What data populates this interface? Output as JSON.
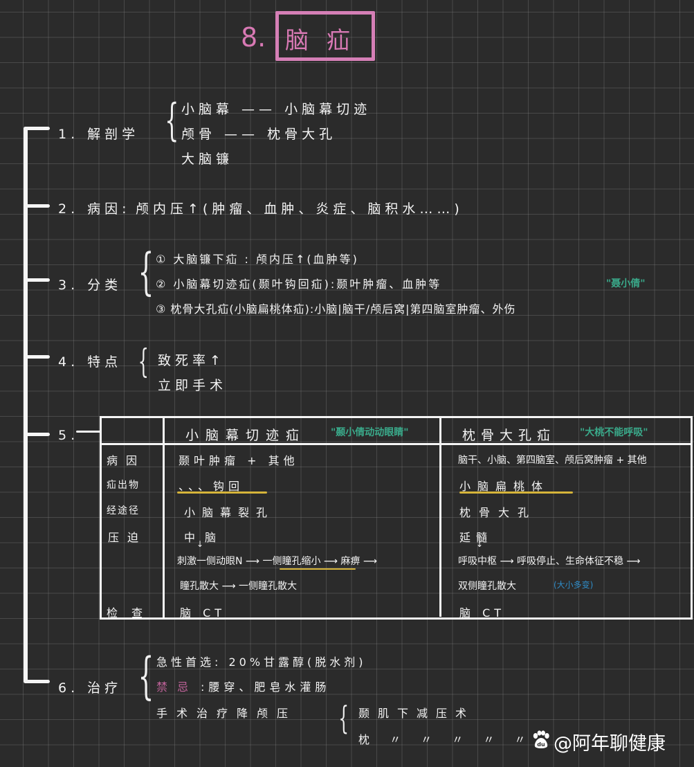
{
  "title": {
    "number": "8.",
    "text": "脑疝",
    "color": "#d879b4"
  },
  "sections": {
    "s1": {
      "label": "1. 解剖学",
      "items": [
        "小脑幕 —— 小脑幕切迹",
        "颅骨 —— 枕骨大孔",
        "大脑镰"
      ]
    },
    "s2": {
      "label": "2. 病因:",
      "text": "颅内压↑(肿瘤、血肿、炎症、脑积水……)"
    },
    "s3": {
      "label": "3. 分类",
      "items": [
        "① 大脑镰下疝 :  颅内压↑(血肿等)",
        "② 小脑幕切迹疝(颞叶钩回疝):颞叶肿瘤、血肿等",
        "③ 枕骨大孔疝(小脑扁桃体疝):小脑|脑干/颅后窝|第四脑室肿瘤、外伤"
      ],
      "note": "\"聂小倩\"",
      "note_color": "#3aa98a"
    },
    "s4": {
      "label": "4. 特点",
      "items": [
        "致死率↑",
        "立即手术"
      ]
    },
    "s5": {
      "label": "5.",
      "table": {
        "columns": [
          {
            "title": "小脑幕切迹疝",
            "note": "\"颞小倩动动眼睛\""
          },
          {
            "title": "枕骨大孔疝",
            "note": "\"大桃不能呼吸\""
          }
        ],
        "row_labels": [
          "病因",
          "疝出物",
          "经途径",
          "压迫",
          "检查"
        ],
        "col1": {
          "cause": "颞叶肿瘤 + 其他",
          "herniated": "、、、钩回",
          "path": "小脑幕裂孔",
          "compress": "中脑",
          "chain1": "刺激一侧动眼N ⟶ 一侧瞳孔缩小 ⟶ 麻痹 ⟶",
          "chain2": "瞳孔散大 ⟶ 一侧瞳孔散大",
          "exam": "脑 CT"
        },
        "col2": {
          "cause": "脑干、小脑、第四脑室、颅后窝肿瘤 + 其他",
          "herniated": "小脑扁桃体",
          "path": "枕骨大孔",
          "compress": "延髓",
          "chain1": "呼吸中枢 ⟶ 呼吸停止、生命体征不稳 ⟶",
          "chain2": "双侧瞳孔散大",
          "chain2_note": "(大小多变)",
          "exam": "脑 CT"
        }
      }
    },
    "s6": {
      "label": "6. 治疗",
      "items": {
        "first": "急性首选: 20%甘露醇(脱水剂)",
        "taboo_label": "禁忌",
        "taboo_text": ":腰穿、肥皂水灌肠",
        "surgery": "手术治疗降颅压",
        "surgery_opts": [
          "颞肌下减压术",
          "枕 〃 〃 〃 〃 〃"
        ]
      }
    }
  },
  "watermark": {
    "text": "@阿年聊健康",
    "icon": "baidu-paw-icon"
  },
  "colors": {
    "background": "#2b2b2b",
    "ink": "#f4f4f4",
    "title_pink": "#d879b4",
    "note_green": "#3aa98a",
    "note_blue": "#2f8cc7",
    "taboo_pink": "#c0639a",
    "highlight_yellow": "#d6b43a"
  }
}
